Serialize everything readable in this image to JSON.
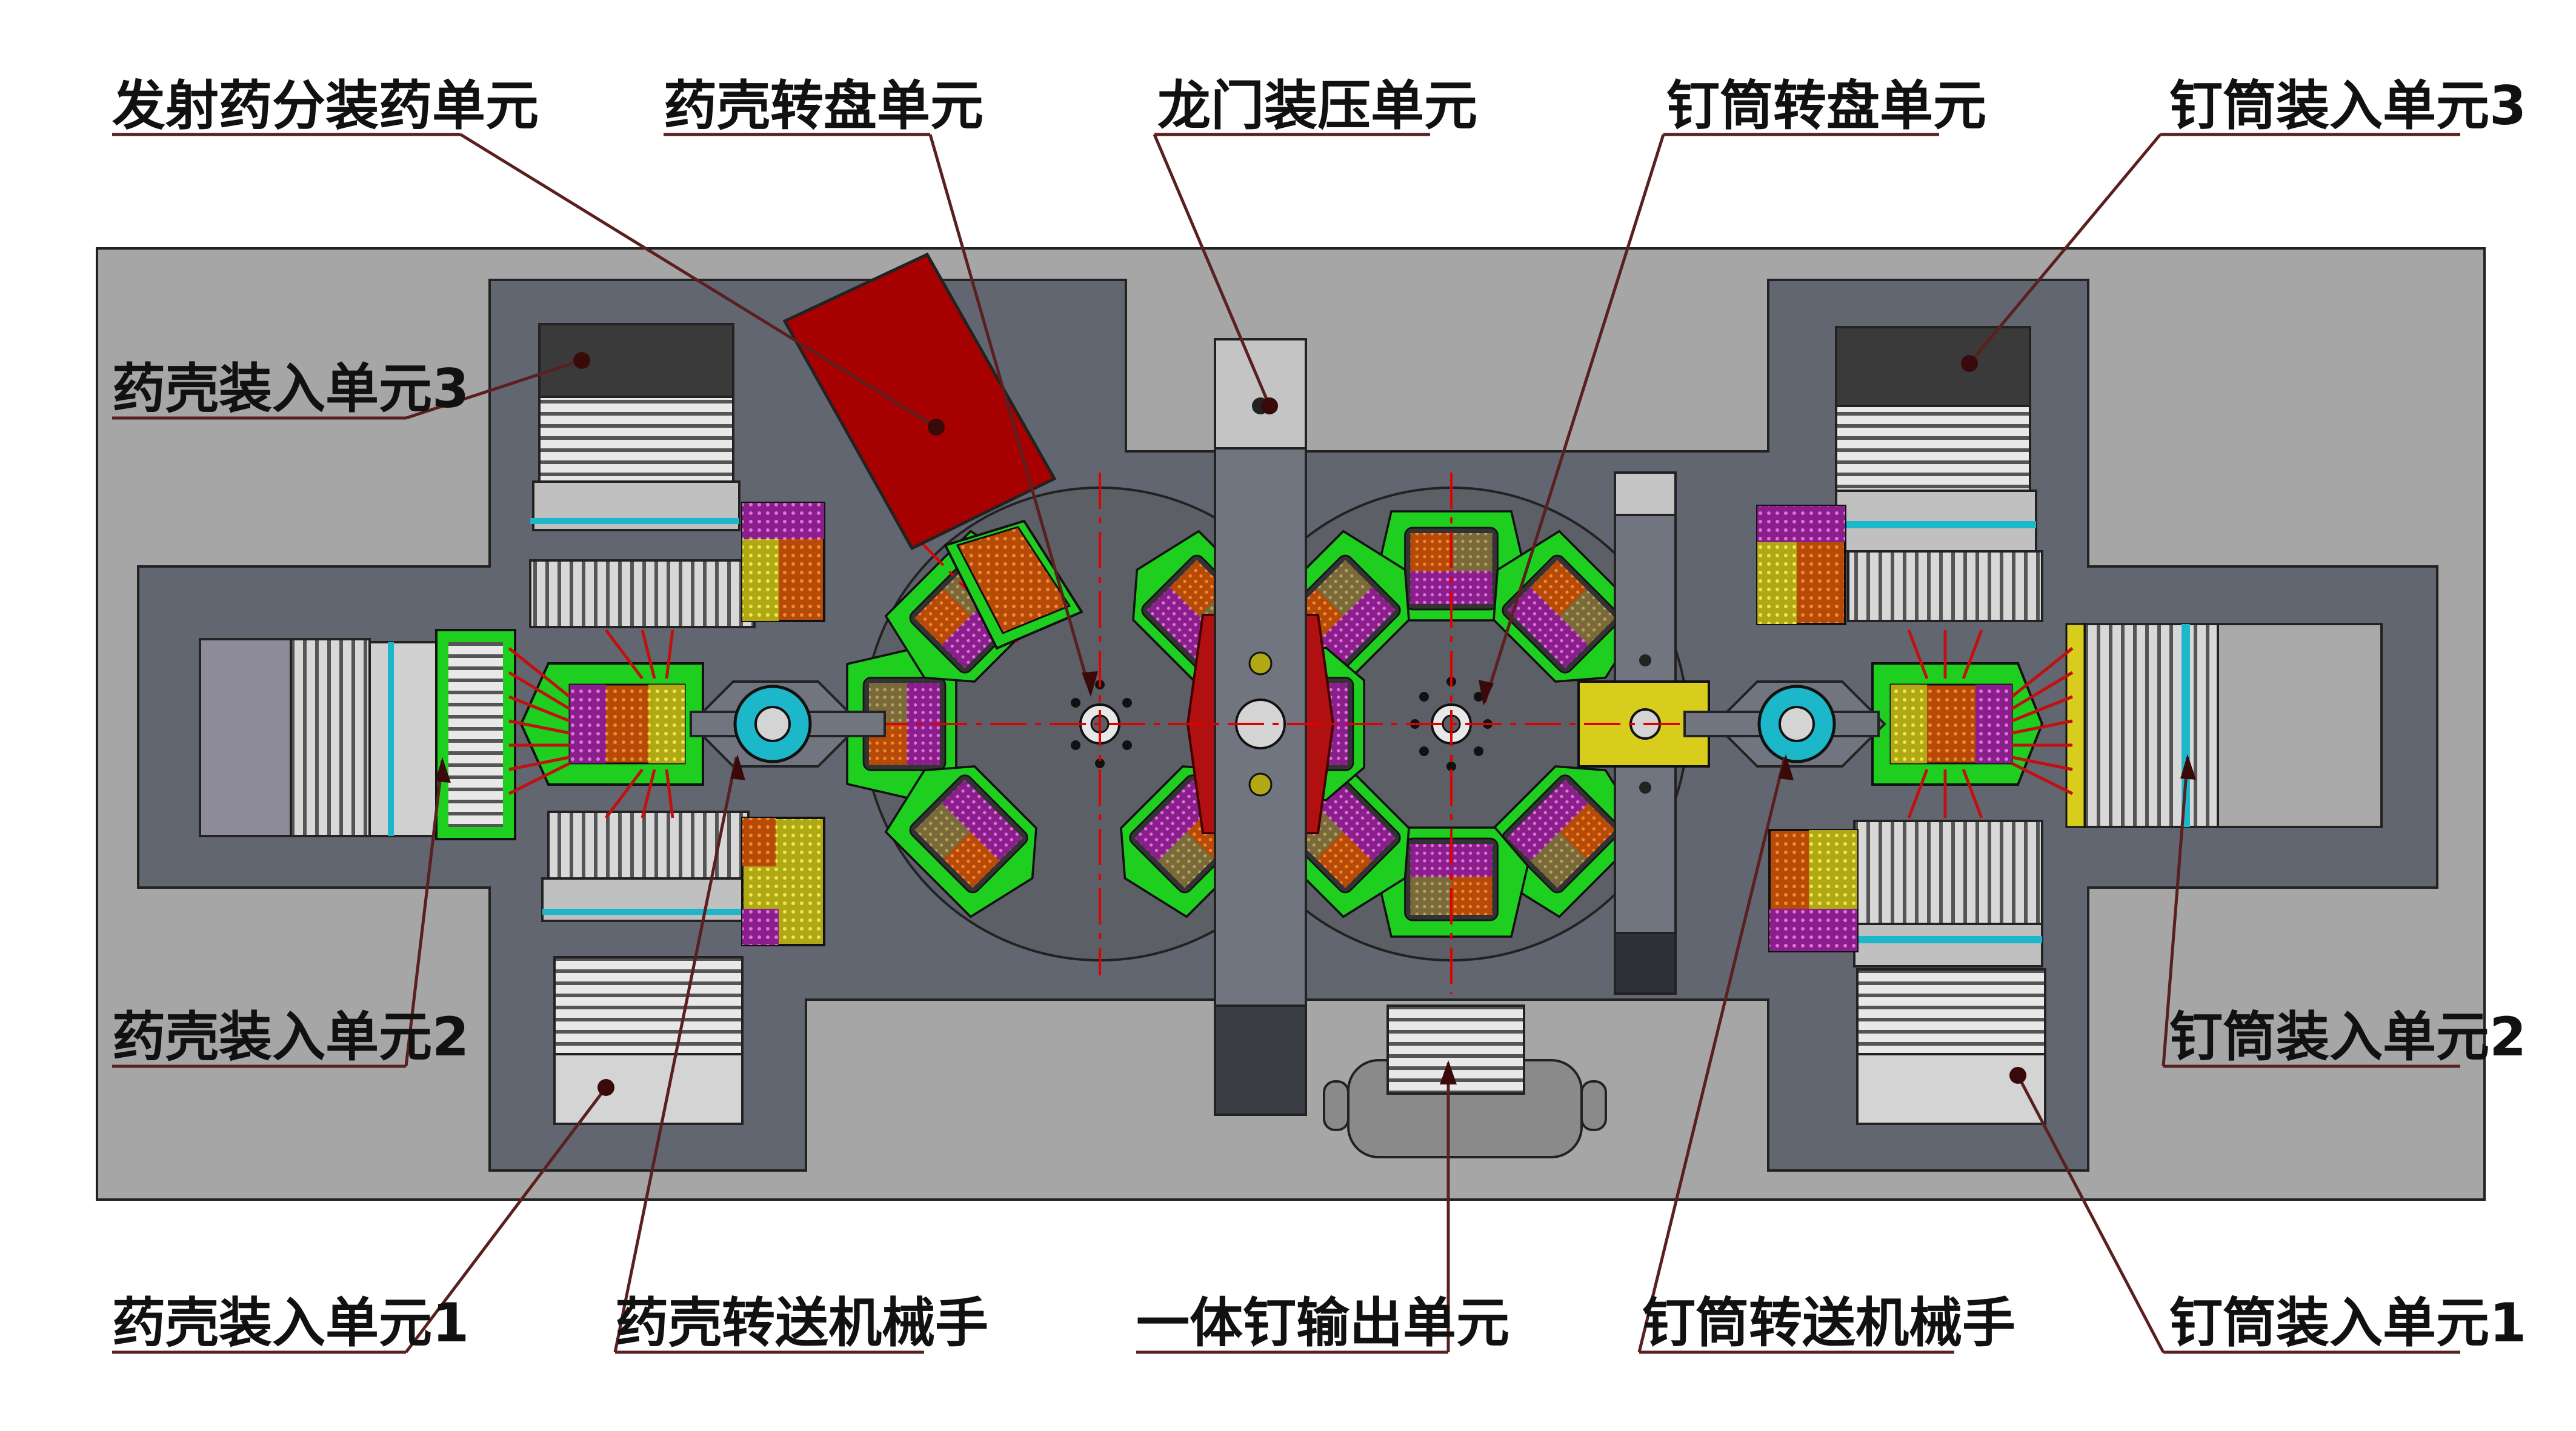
{
  "labels": {
    "top1": "发射药分装药单元",
    "top2": "药壳转盘单元",
    "top3": "龙门装压单元",
    "top4": "钉筒转盘单元",
    "top5": "钉筒装入单元3",
    "left_upper": "药壳装入单元3",
    "left_mid": "药壳装入单元2",
    "right_mid": "钉筒装入单元2",
    "bottom1": "药壳装入单元1",
    "bottom2": "药壳转送机械手",
    "bottom3": "一体钉输出单元",
    "bottom4": "钉筒转送机械手",
    "bottom5": "钉筒装入单元1"
  },
  "colors": {
    "base_plate": "#a6a6a6",
    "platform": "#626670",
    "disc": "#5c5f66",
    "green": "#1fcf1f",
    "red_box": "#a60000",
    "cyan": "#1cb7c9",
    "orange": "#d35f0a",
    "yellow": "#d8cd1c",
    "magenta": "#b316b3",
    "leader": "#5a1f1f"
  }
}
